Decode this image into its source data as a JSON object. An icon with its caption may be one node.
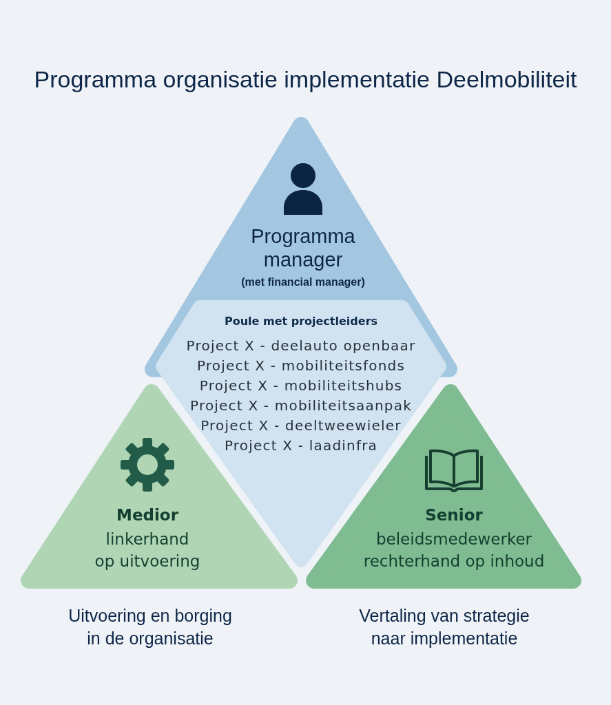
{
  "diagram": {
    "title": "Programma organisatie implementatie Deelmobiliteit",
    "nodes": [
      {
        "text": [
          "Programma manager",
          "(met financial manager)"
        ]
      },
      {
        "text": [
          "Poule met projectleiders",
          "Project X - deelauto openbaar",
          "Project X - mobiliteitsfonds",
          "Project X - mobiliteitshubs",
          "Project X - mobiliteitsaanpak",
          "Project X - deeltweewieler",
          "Project X - laadinfra"
        ]
      },
      {
        "text": [
          "Medior",
          "linkerhand op uitvoering"
        ],
        "beside": [
          "Uitvoering en borging in de organisatie"
        ]
      },
      {
        "text": [
          "Senior",
          "beleidsmedewerker rechterhand op inhoud"
        ],
        "beside": [
          "Vertaling van strategie naar implementatie"
        ]
      }
    ]
  }
}
